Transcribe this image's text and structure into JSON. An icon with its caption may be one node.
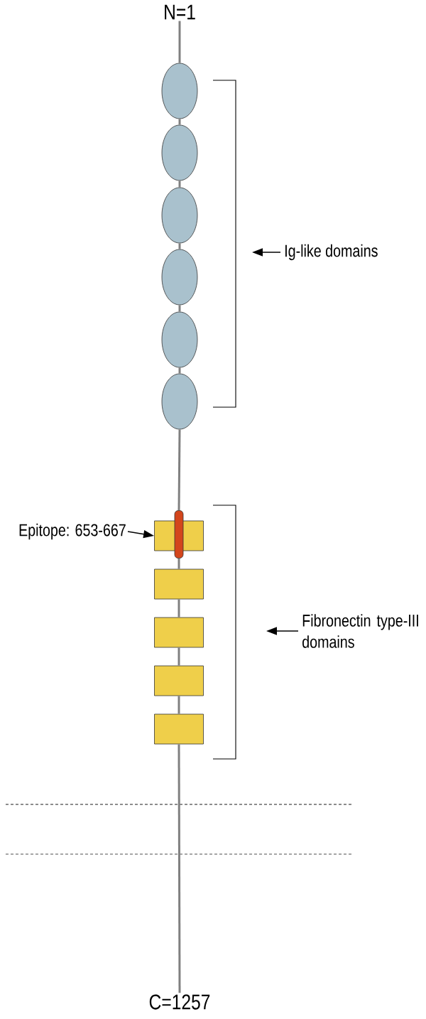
{
  "diagram": {
    "nodes": [
      {
        "text": [
          "N=1"
        ]
      },
      {
        "text": [],
        "shape": "circle"
      },
      {
        "text": [],
        "shape": "circle"
      },
      {
        "text": [],
        "shape": "circle"
      },
      {
        "text": [],
        "shape": "circle"
      },
      {
        "text": [],
        "shape": "circle"
      },
      {
        "text": [],
        "shape": "circle"
      },
      {
        "text": [
          "Ig-like domains"
        ]
      },
      {
        "text": [
          "Epitope: 653-667"
        ]
      },
      {
        "text": [],
        "shape": "bar"
      },
      {
        "text": [],
        "shape": "box"
      },
      {
        "text": [],
        "shape": "box"
      },
      {
        "text": [],
        "shape": "box"
      },
      {
        "text": [],
        "shape": "box"
      },
      {
        "text": [],
        "shape": "box"
      },
      {
        "text": [
          "Fibronectin type-III domains"
        ]
      },
      {
        "text": [
          "C=1257"
        ]
      }
    ],
    "edges": [
      {
        "from": 0,
        "to": 1,
        "arrow": "none"
      },
      {
        "from": 1,
        "to": 2,
        "arrow": "none"
      },
      {
        "from": 2,
        "to": 3,
        "arrow": "none"
      },
      {
        "from": 3,
        "to": 4,
        "arrow": "none"
      },
      {
        "from": 4,
        "to": 5,
        "arrow": "none"
      },
      {
        "from": 5,
        "to": 6,
        "arrow": "none"
      },
      {
        "from": 6,
        "to": 9,
        "arrow": "none"
      },
      {
        "from": 9,
        "to": 11,
        "arrow": "none"
      },
      {
        "from": 11,
        "to": 12,
        "arrow": "none"
      },
      {
        "from": 12,
        "to": 13,
        "arrow": "none"
      },
      {
        "from": 13,
        "to": 14,
        "arrow": "none"
      },
      {
        "from": 14,
        "to": 16,
        "arrow": "none"
      },
      {
        "from": 8,
        "to": 10,
        "arrow": "to",
        "color": "#000000"
      },
      {
        "from": 7,
        "to": null,
        "arrow": "to",
        "color": "#000000"
      },
      {
        "from": 15,
        "to": null,
        "arrow": "to",
        "color": "#000000"
      }
    ]
  }
}
